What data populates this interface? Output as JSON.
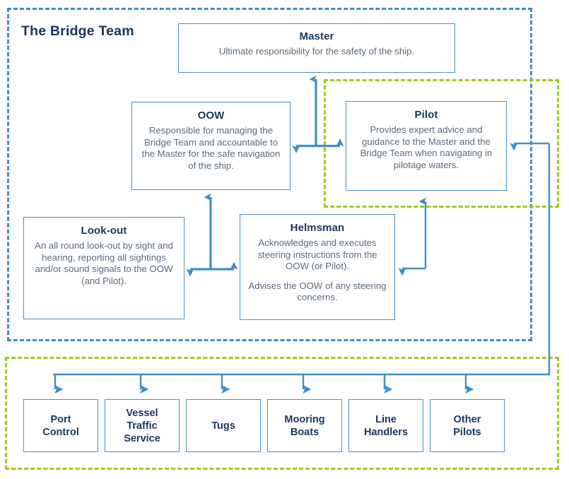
{
  "diagram": {
    "title": "The Bridge Team",
    "type": "organisational-flow-diagram",
    "colors": {
      "box_border": "#4a90c4",
      "title_text": "#16375e",
      "body_text": "#5b6b7c",
      "arrow": "#3f8fc6",
      "frame_blue_dashed": "#3c8dc8",
      "frame_green_dashed": "#9acd16",
      "background": "#ffffff"
    },
    "frames": [
      {
        "name": "bridge-team-frame",
        "style": "blue-dashed",
        "encloses": "Master, OOW, Pilot, Look-out, Helmsman"
      },
      {
        "name": "pilotage-frame",
        "style": "green-dashed",
        "encloses": "Pilot"
      },
      {
        "name": "external-parties-frame",
        "style": "green-dashed",
        "encloses": "Port Control, Vessel Traffic Service, Tugs, Mooring Boats, Line Handlers, Other Pilots"
      }
    ],
    "nodes": [
      {
        "id": "master",
        "title": "Master",
        "lines": [
          "Ultimate responsibility for the safety of the ship."
        ]
      },
      {
        "id": "oow",
        "title": "OOW",
        "lines": [
          "Responsible for managing the Bridge Team and accountable to the Master for the safe navigation of the ship."
        ]
      },
      {
        "id": "pilot",
        "title": "Pilot",
        "lines": [
          "Provides expert advice and guidance to the Master and the Bridge Team when navigating in pilotage waters."
        ]
      },
      {
        "id": "lookout",
        "title": "Look-out",
        "lines": [
          "An all round look-out by sight and hearing, reporting all sightings and/or sound signals to the OOW (and Pilot)."
        ]
      },
      {
        "id": "helmsman",
        "title": "Helmsman",
        "lines": [
          "Acknowledges and executes steering instructions from the OOW (or Pilot).",
          "Advises the OOW of any steering concerns."
        ]
      }
    ],
    "external_parties": [
      {
        "id": "port-control",
        "label": "Port\nControl"
      },
      {
        "id": "vessel-traffic-service",
        "label": "Vessel\nTraffic\nService"
      },
      {
        "id": "tugs",
        "label": "Tugs"
      },
      {
        "id": "mooring-boats",
        "label": "Mooring\nBoats"
      },
      {
        "id": "line-handlers",
        "label": "Line\nHandlers"
      },
      {
        "id": "other-pilots",
        "label": "Other\nPilots"
      }
    ],
    "connections": [
      {
        "from": "oow/pilot-junction",
        "to": "master",
        "kind": "single-arrow-up"
      },
      {
        "from": "oow",
        "to": "pilot",
        "kind": "double-arrow-horizontal"
      },
      {
        "from": "lookout/helmsman-junction",
        "to": "oow",
        "kind": "single-arrow-up"
      },
      {
        "from": "lookout",
        "to": "helmsman",
        "kind": "double-arrow-horizontal"
      },
      {
        "from": "external-bus",
        "to": "pilot",
        "kind": "single-arrow-left"
      },
      {
        "from": "external-bus",
        "to": "helmsman",
        "kind": "single-arrow-left"
      },
      {
        "from": "external-bus",
        "to": "pilot-bottom",
        "kind": "single-arrow-up"
      },
      {
        "from": "pilot-right-bus",
        "to": "external-parties",
        "kind": "fan-out-arrows-down"
      }
    ]
  }
}
